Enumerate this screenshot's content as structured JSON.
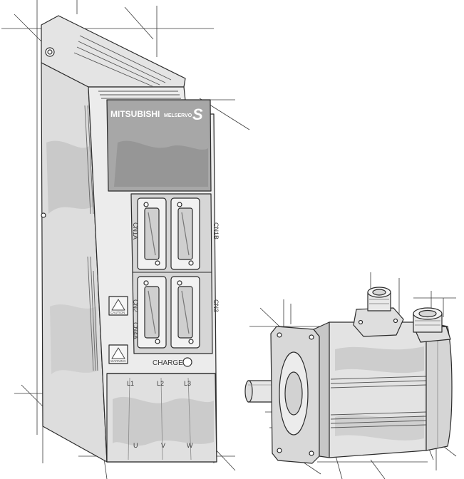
{
  "amplifier": {
    "brand": "MITSUBISHI",
    "series_logo": "MELSERVO",
    "series_mark": "S",
    "connector_labels": {
      "cn1a": "CN1A",
      "cn1b": "CN1B",
      "cn2": "CN2",
      "cn3": "CN3",
      "cn4a": "CN4A"
    },
    "charge_label": "CHARGE",
    "input_terminals": [
      "L1",
      "L2",
      "L3"
    ],
    "output_terminals": [
      "U",
      "V",
      "W"
    ],
    "caution_label": "CAUTION",
    "warning_label": "WARNING"
  },
  "colors": {
    "line": "#2b2b2b",
    "body_light": "#e9e9e9",
    "body_mid": "#d2d2d2",
    "body_dark": "#b9b9b9",
    "panel": "#a9a9a9"
  }
}
